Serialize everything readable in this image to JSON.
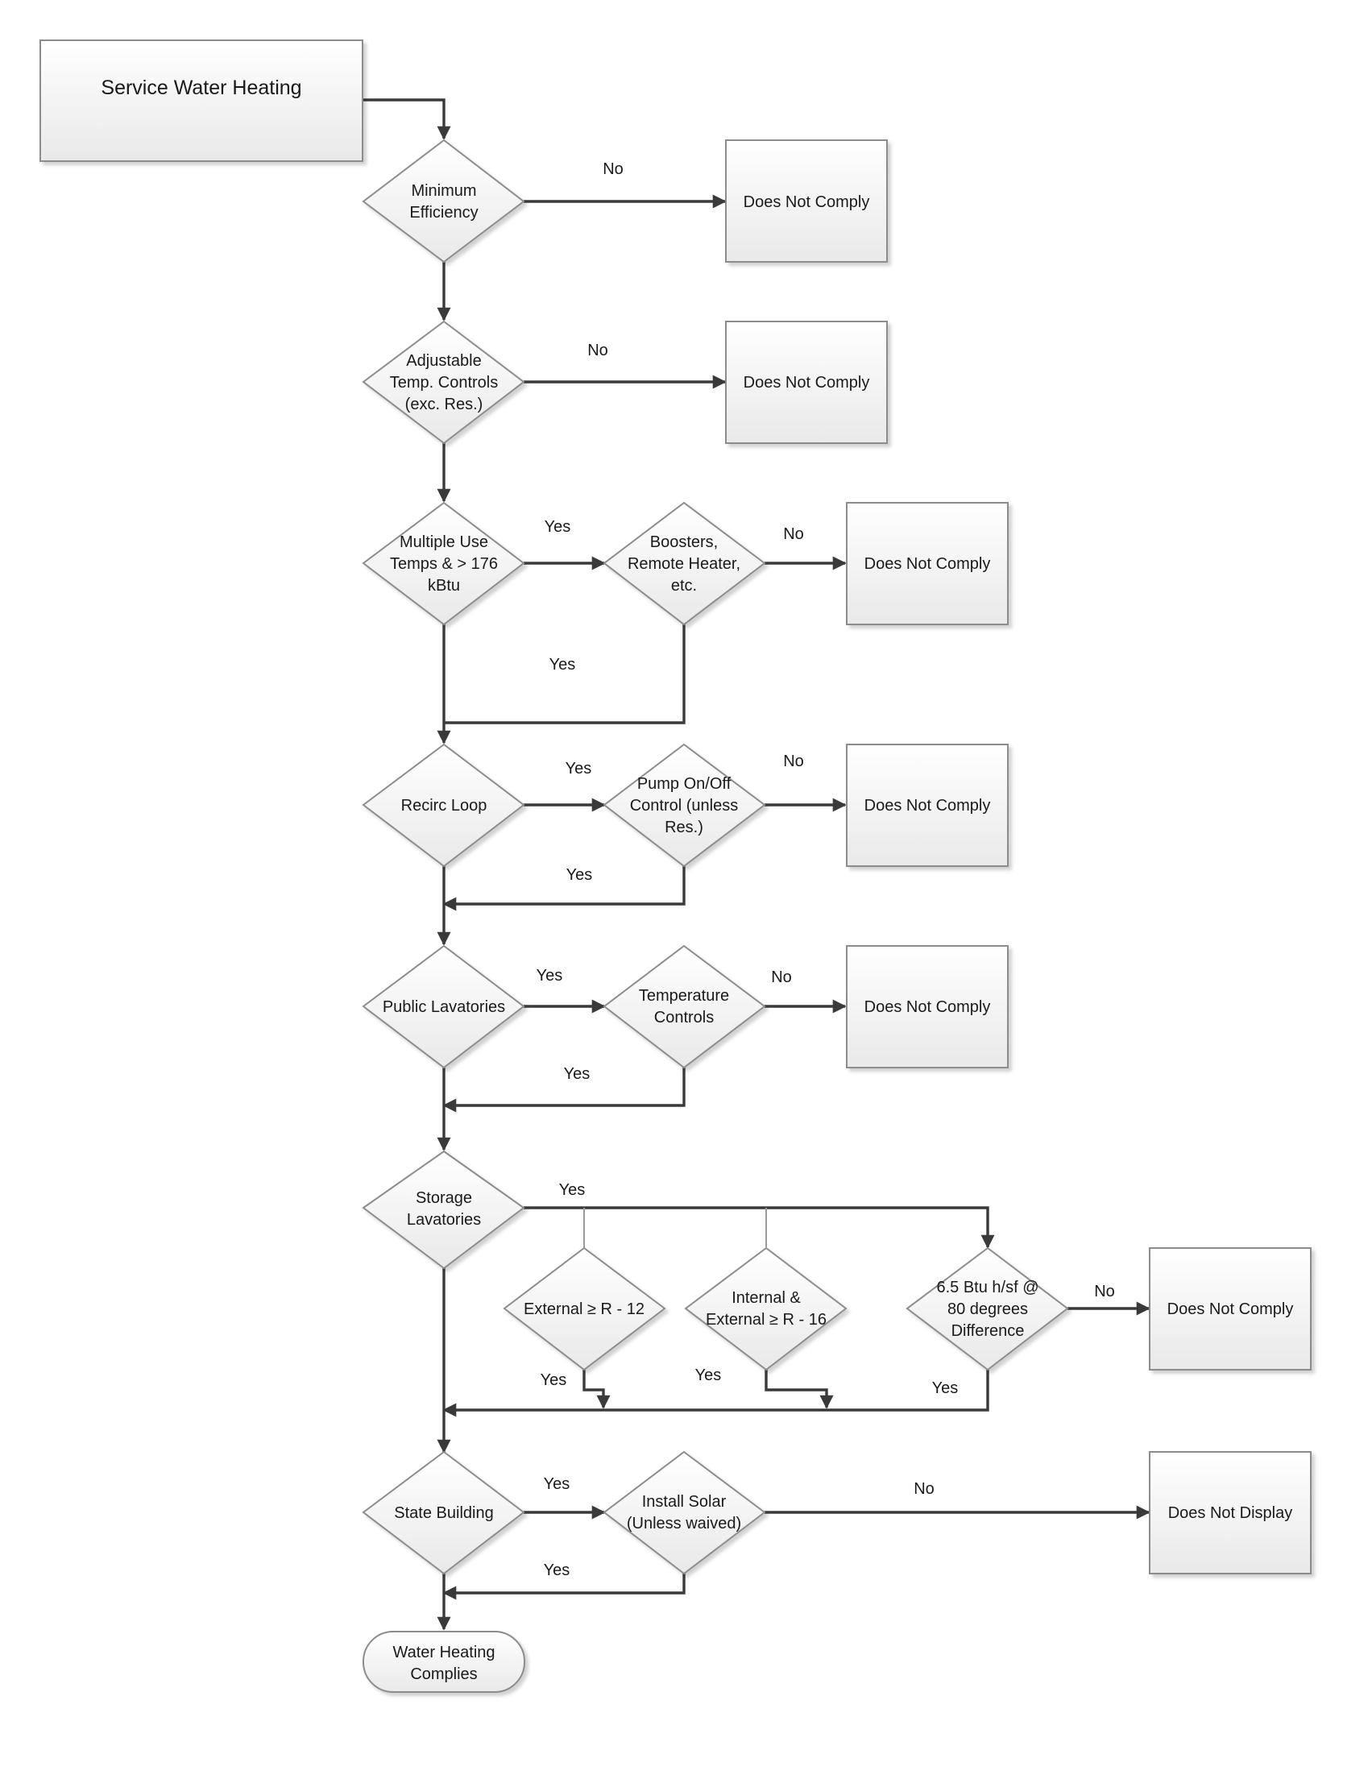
{
  "nodes": {
    "start": "Service Water Heating",
    "min_efficiency": [
      "Minimum",
      "Efficiency"
    ],
    "adjustable_temp": [
      "Adjustable",
      "Temp. Controls",
      "(exc. Res.)"
    ],
    "multiple_use": [
      "Multiple Use",
      "Temps & > 176",
      "kBtu"
    ],
    "boosters": [
      "Boosters,",
      "Remote Heater,",
      "etc."
    ],
    "recirc_loop": [
      "Recirc Loop"
    ],
    "pump_control": [
      "Pump On/Off",
      "Control (unless",
      "Res.)"
    ],
    "public_lavatories": [
      "Public Lavatories"
    ],
    "temperature_controls": [
      "Temperature",
      "Controls"
    ],
    "storage_lavatories": [
      "Storage",
      "Lavatories"
    ],
    "external_r12": [
      "External ≥ R - 12"
    ],
    "internal_external_r16": [
      "Internal &",
      "External ≥ R - 16"
    ],
    "btu_80_degrees": [
      "6.5 Btu h/sf @",
      "80 degrees",
      "Difference"
    ],
    "state_building": [
      "State Building"
    ],
    "install_solar": [
      "Install Solar",
      "(Unless waived)"
    ],
    "complies": [
      "Water Heating",
      "Complies"
    ],
    "dnc_1": "Does Not Comply",
    "dnc_2": "Does Not Comply",
    "dnc_3": "Does Not Comply",
    "dnc_4": "Does Not Comply",
    "dnc_5": "Does Not Comply",
    "dnc_6": "Does Not Comply",
    "dnd": "Does Not Display"
  },
  "edge_labels": {
    "min_efficiency_no": "No",
    "adjustable_temp_no": "No",
    "multiple_use_yes": "Yes",
    "boosters_no": "No",
    "boosters_yes": "Yes",
    "recirc_yes": "Yes",
    "pump_no": "No",
    "pump_yes": "Yes",
    "public_lav_yes": "Yes",
    "temp_controls_no": "No",
    "temp_controls_yes": "Yes",
    "storage_yes": "Yes",
    "external_r12_yes": "Yes",
    "internal_r16_yes": "Yes",
    "btu_no": "No",
    "btu_yes": "Yes",
    "state_building_yes": "Yes",
    "solar_no": "No",
    "solar_yes": "Yes"
  },
  "colors": {
    "box_fill_top": "#ffffff",
    "box_fill_bottom": "#e9e9e9",
    "box_stroke": "#8c8c8c",
    "connector": "#3a3a3a"
  }
}
